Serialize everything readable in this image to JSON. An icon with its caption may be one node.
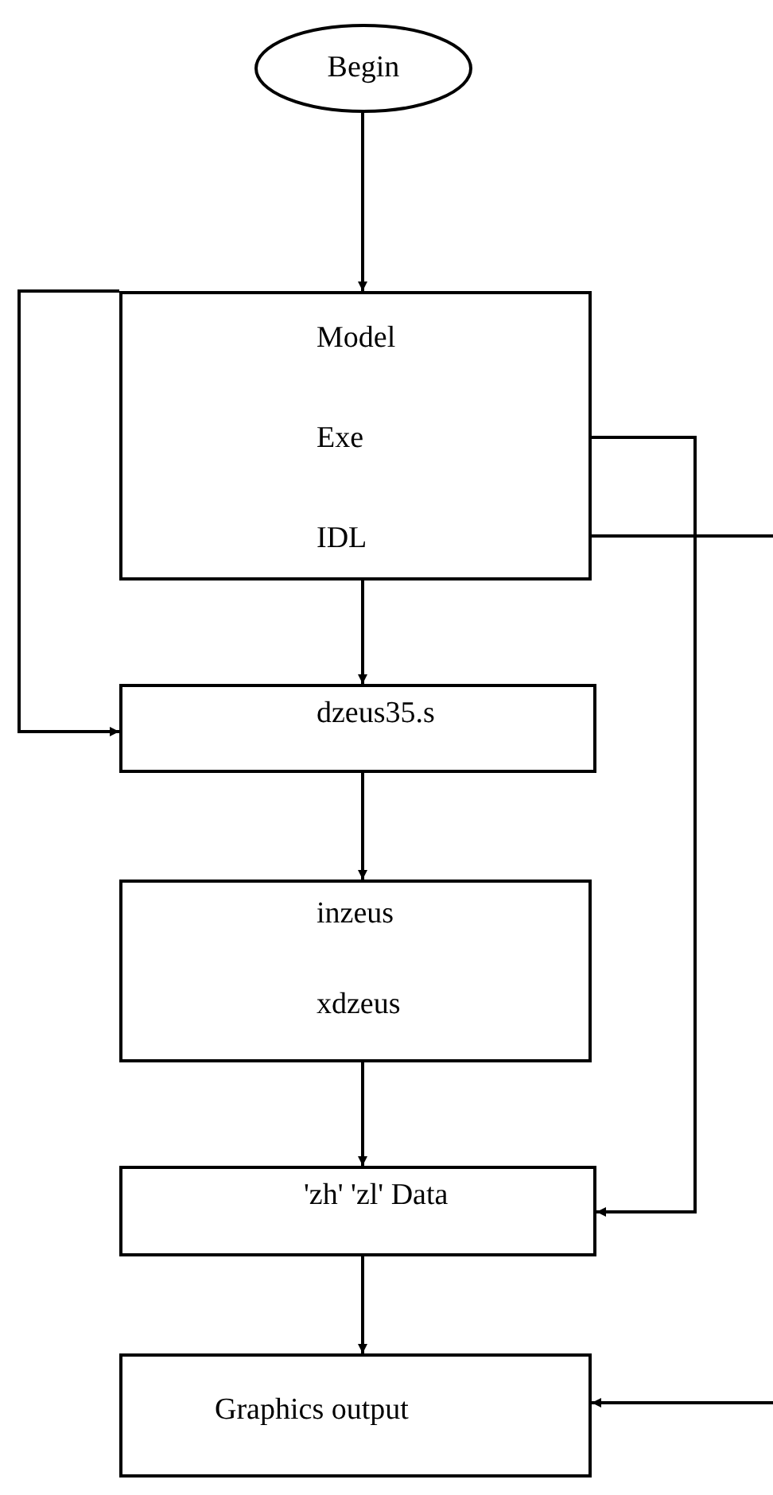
{
  "diagram": {
    "nodes": [
      {
        "text": [
          "Begin"
        ]
      },
      {
        "text": [
          "Model",
          "Exe",
          "IDL"
        ]
      },
      {
        "text": [
          "dzeus35.s"
        ]
      },
      {
        "text": [
          "inzeus",
          "xdzeus"
        ]
      },
      {
        "text": [
          "'zh' 'zl' Data"
        ]
      },
      {
        "text": [
          "Graphics output"
        ]
      }
    ],
    "edges": [
      {
        "from": 0,
        "to": 1,
        "arrow": "to"
      },
      {
        "from": 1,
        "to": 2,
        "arrow": "to"
      },
      {
        "from": 1,
        "to": 2,
        "arrow": "to"
      },
      {
        "from": 2,
        "to": 3,
        "arrow": "to"
      },
      {
        "from": 3,
        "to": 4,
        "arrow": "to"
      },
      {
        "from": 1,
        "to": 4,
        "arrow": "to"
      },
      {
        "from": 1,
        "to": null,
        "arrow": "none"
      },
      {
        "from": null,
        "to": 5,
        "arrow": "to"
      },
      {
        "from": 4,
        "to": 5,
        "arrow": "to"
      }
    ]
  }
}
